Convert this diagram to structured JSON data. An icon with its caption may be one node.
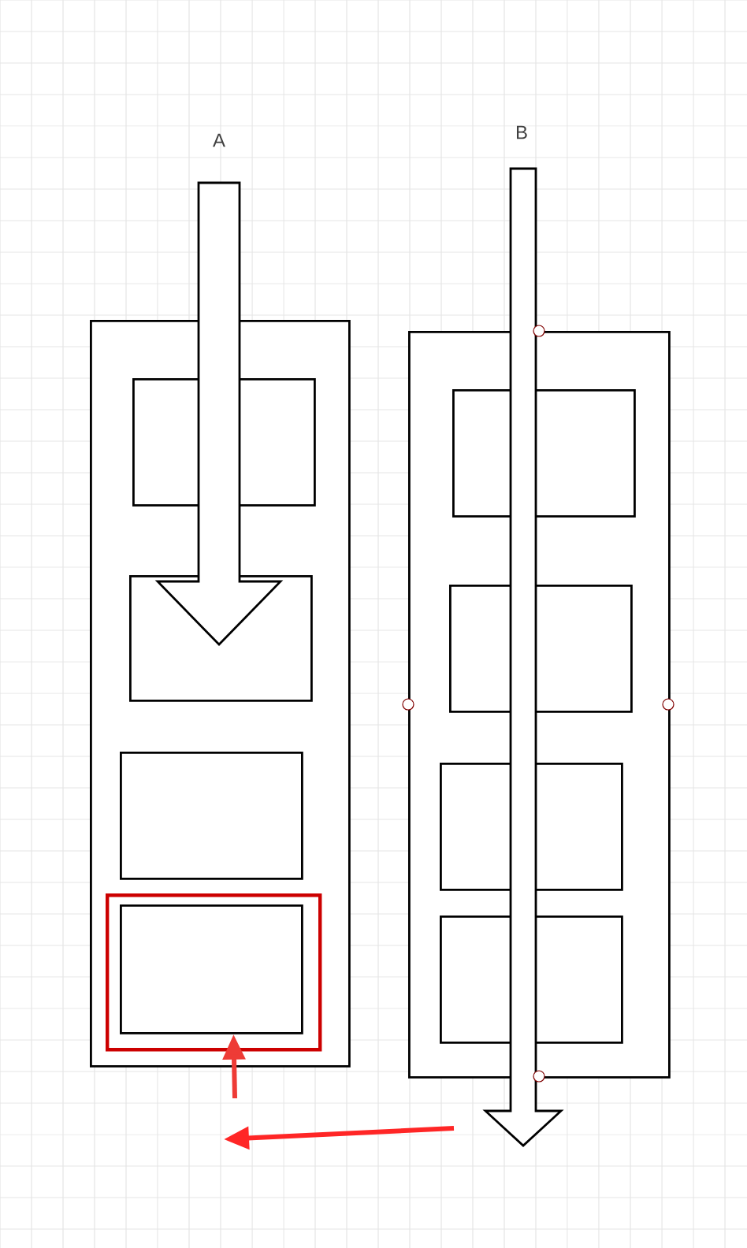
{
  "diagram": {
    "nodes": [
      {
        "text": [],
        "shape": "box"
      },
      {
        "text": [],
        "shape": "box",
        "in": 0
      },
      {
        "text": [],
        "shape": "box",
        "in": 0
      },
      {
        "text": [],
        "shape": "box",
        "in": 0
      },
      {
        "text": [],
        "shape": "box",
        "in": 0
      },
      {
        "text": [],
        "shape": "box",
        "in": 4
      },
      {
        "text": [],
        "shape": "box"
      },
      {
        "text": [],
        "shape": "box",
        "in": 6
      },
      {
        "text": [],
        "shape": "box",
        "in": 6
      },
      {
        "text": [],
        "shape": "box",
        "in": 6
      },
      {
        "text": [],
        "shape": "box",
        "in": 6
      }
    ],
    "edges": [
      {
        "from": null,
        "to": 5,
        "arrow": "to",
        "color": "#ee3b36"
      }
    ],
    "labels": [
      "A",
      "B"
    ]
  }
}
